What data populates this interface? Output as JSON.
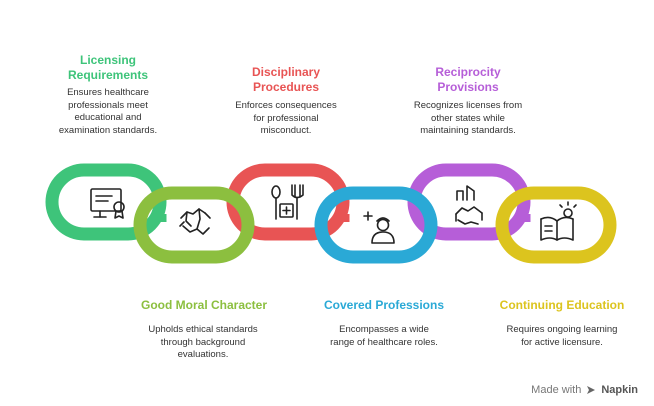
{
  "items": [
    {
      "title": "Licensing\nRequirements",
      "description": "Ensures healthcare\nprofessionals meet\neducational and\nexamination standards.",
      "color": "#3ec47a",
      "icon": "certificate-monitor-icon"
    },
    {
      "title": "Good Moral Character",
      "description": "Upholds ethical standards\nthrough background\nevaluations.",
      "color": "#8cbf3f",
      "icon": "handshake-hands-icon"
    },
    {
      "title": "Disciplinary\nProcedures",
      "description": "Enforces consequences\nfor professional\nmisconduct.",
      "color": "#e85454",
      "icon": "tools-medical-icon"
    },
    {
      "title": "Covered Professions",
      "description": "Encompasses a wide\nrange of healthcare roles.",
      "color": "#2aa9d6",
      "icon": "nurse-icon"
    },
    {
      "title": "Reciprocity\nProvisions",
      "description": "Recognizes licenses from\nother states while\nmaintaining standards.",
      "color": "#b65ed8",
      "icon": "handshake-buildings-icon"
    },
    {
      "title": "Continuing Education",
      "description": "Requires ongoing learning\nfor active licensure.",
      "color": "#dcc41e",
      "icon": "book-lightbulb-icon"
    }
  ],
  "footer": {
    "made_with": "Made with",
    "brand": "Napkin"
  }
}
